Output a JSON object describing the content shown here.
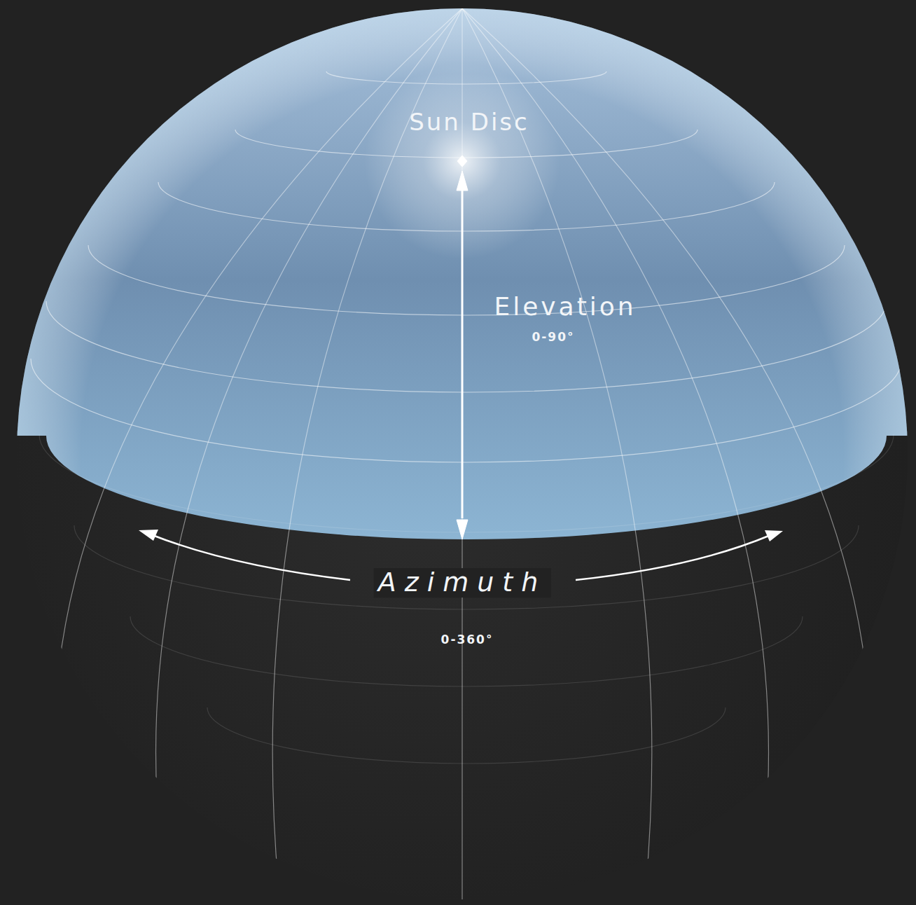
{
  "diagram": {
    "labels": [
      "Sun Disc",
      "Elevation",
      "0-90°",
      "Azimuth",
      "0-360°"
    ]
  }
}
